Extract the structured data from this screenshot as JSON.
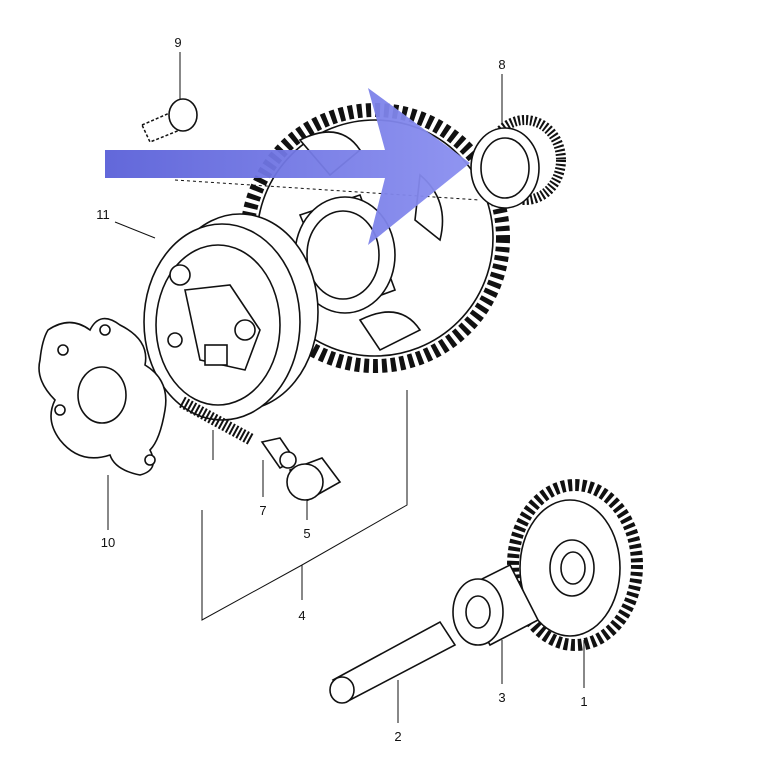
{
  "diagram": {
    "type": "exploded-parts-diagram",
    "labels": {
      "p1": "1",
      "p2": "2",
      "p3": "3",
      "p4": "4",
      "p5": "5",
      "p7": "7",
      "p8": "8",
      "p9": "9",
      "p10": "10",
      "p11": "11"
    },
    "arrow_color": "#6c72e6"
  }
}
